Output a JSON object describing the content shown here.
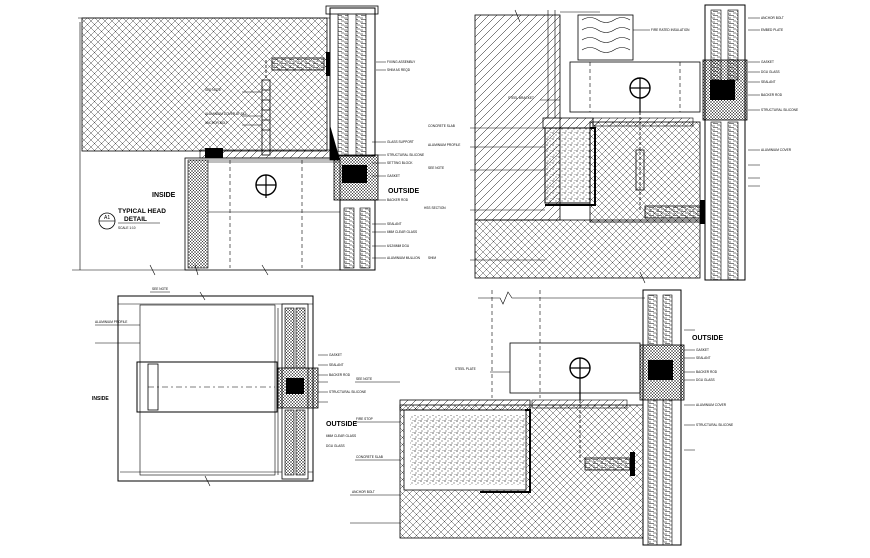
{
  "drawing": {
    "detail_1": {
      "side_inside": "INSIDE",
      "side_outside": "OUTSIDE",
      "title_line1": "TYPICAL HEAD",
      "title_line2": "DETAIL",
      "scale": "SCALE   1:10",
      "callout_number": "A1",
      "notes": [
        "SEE NOTE",
        "ALUMINIUM COVER AT SILL",
        "ANCHOR BOLT",
        "FIXING ASSEMBLY",
        "SHIM AS REQD",
        "GLASS SUPPORT",
        "STRUCTURAL SILICONE",
        "SETTING BLOCK",
        "GASKET",
        "BACKER ROD",
        "SEALANT",
        "6MM CLEAR GLASS",
        "6/12/6MM DGU",
        "ALUMINIUM MULLION"
      ]
    },
    "detail_2": {
      "notes": [
        "FIRE RATED INSULATION",
        "STEEL BRACKET",
        "CONCRETE SLAB",
        "ALUMINIUM PROFILE",
        "SEE NOTE",
        "HSS SECTION",
        "SHIM",
        "ANCHOR BOLT",
        "EMBED PLATE",
        "GASKET",
        "DGU GLASS",
        "SEALANT",
        "BACKER ROD",
        "STRUCTURAL SILICONE",
        "ALUMINIUM COVER"
      ]
    },
    "detail_3": {
      "side_inside": "INSIDE",
      "side_outside": "OUTSIDE",
      "notes": [
        "SEE NOTE",
        "ALUMINIUM PROFILE",
        "GASKET",
        "SEALANT",
        "BACKER ROD",
        "STRUCTURAL SILICONE",
        "6MM CLEAR GLASS",
        "DGU GLASS"
      ]
    },
    "detail_4": {
      "side_outside": "OUTSIDE",
      "notes": [
        "STEEL PLATE",
        "SEE NOTE",
        "FIRE STOP",
        "CONCRETE SLAB",
        "ANCHOR BOLT",
        "GASKET",
        "SEALANT",
        "BACKER ROD",
        "DGU GLASS",
        "ALUMINIUM COVER",
        "STRUCTURAL SILICONE"
      ]
    }
  }
}
